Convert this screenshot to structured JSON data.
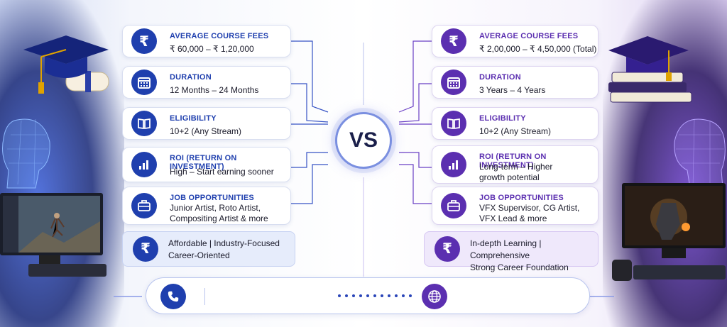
{
  "vs_label": "VS",
  "left_cards": [
    {
      "icon": "rupee-icon",
      "title": "AVERAGE COURSE FEES",
      "value": "₹ 60,000 – ₹ 1,20,000"
    },
    {
      "icon": "calendar-icon",
      "title": "DURATION",
      "value": "12 Months – 24 Months"
    },
    {
      "icon": "book-icon",
      "title": "ELIGIBILITY",
      "value": "10+2 (Any Stream)"
    },
    {
      "icon": "bar-chart-icon",
      "title": "ROI (RETURN ON INVESTMENT)",
      "value": "High – Start earning sooner"
    },
    {
      "icon": "briefcase-icon",
      "title": "JOB OPPORTUNITIES",
      "value_line1": "Junior Artist, Roto Artist,",
      "value_line2": "Compositing Artist & more"
    }
  ],
  "right_cards": [
    {
      "icon": "rupee-icon",
      "title": "AVERAGE COURSE FEES",
      "value": "₹ 2,00,000 – ₹ 4,50,000 (Total)"
    },
    {
      "icon": "calendar-icon",
      "title": "DURATION",
      "value": "3 Years – 4 Years"
    },
    {
      "icon": "book-icon",
      "title": "ELIGIBILITY",
      "value": "10+2 (Any Stream)"
    },
    {
      "icon": "bar-chart-icon",
      "title": "ROI (RETURN ON INVESTMENT)",
      "value_line1": "Long-term – Higher",
      "value_line2": "growth potential"
    },
    {
      "icon": "briefcase-icon",
      "title": "JOB OPPORTUNITIES",
      "value_line1": "VFX Supervisor, CG Artist,",
      "value_line2": "VFX Lead & more"
    }
  ],
  "left_summary": {
    "line1": "Affordable  |  Industry-Focused",
    "line2": "Career-Oriented"
  },
  "right_summary": {
    "line1": "In-depth Learning  |  Comprehensive",
    "line2": "Strong Career Foundation"
  },
  "rupee_symbol": "₹",
  "colors": {
    "left_accent": "#1f3fae",
    "right_accent": "#5b2fb0"
  }
}
